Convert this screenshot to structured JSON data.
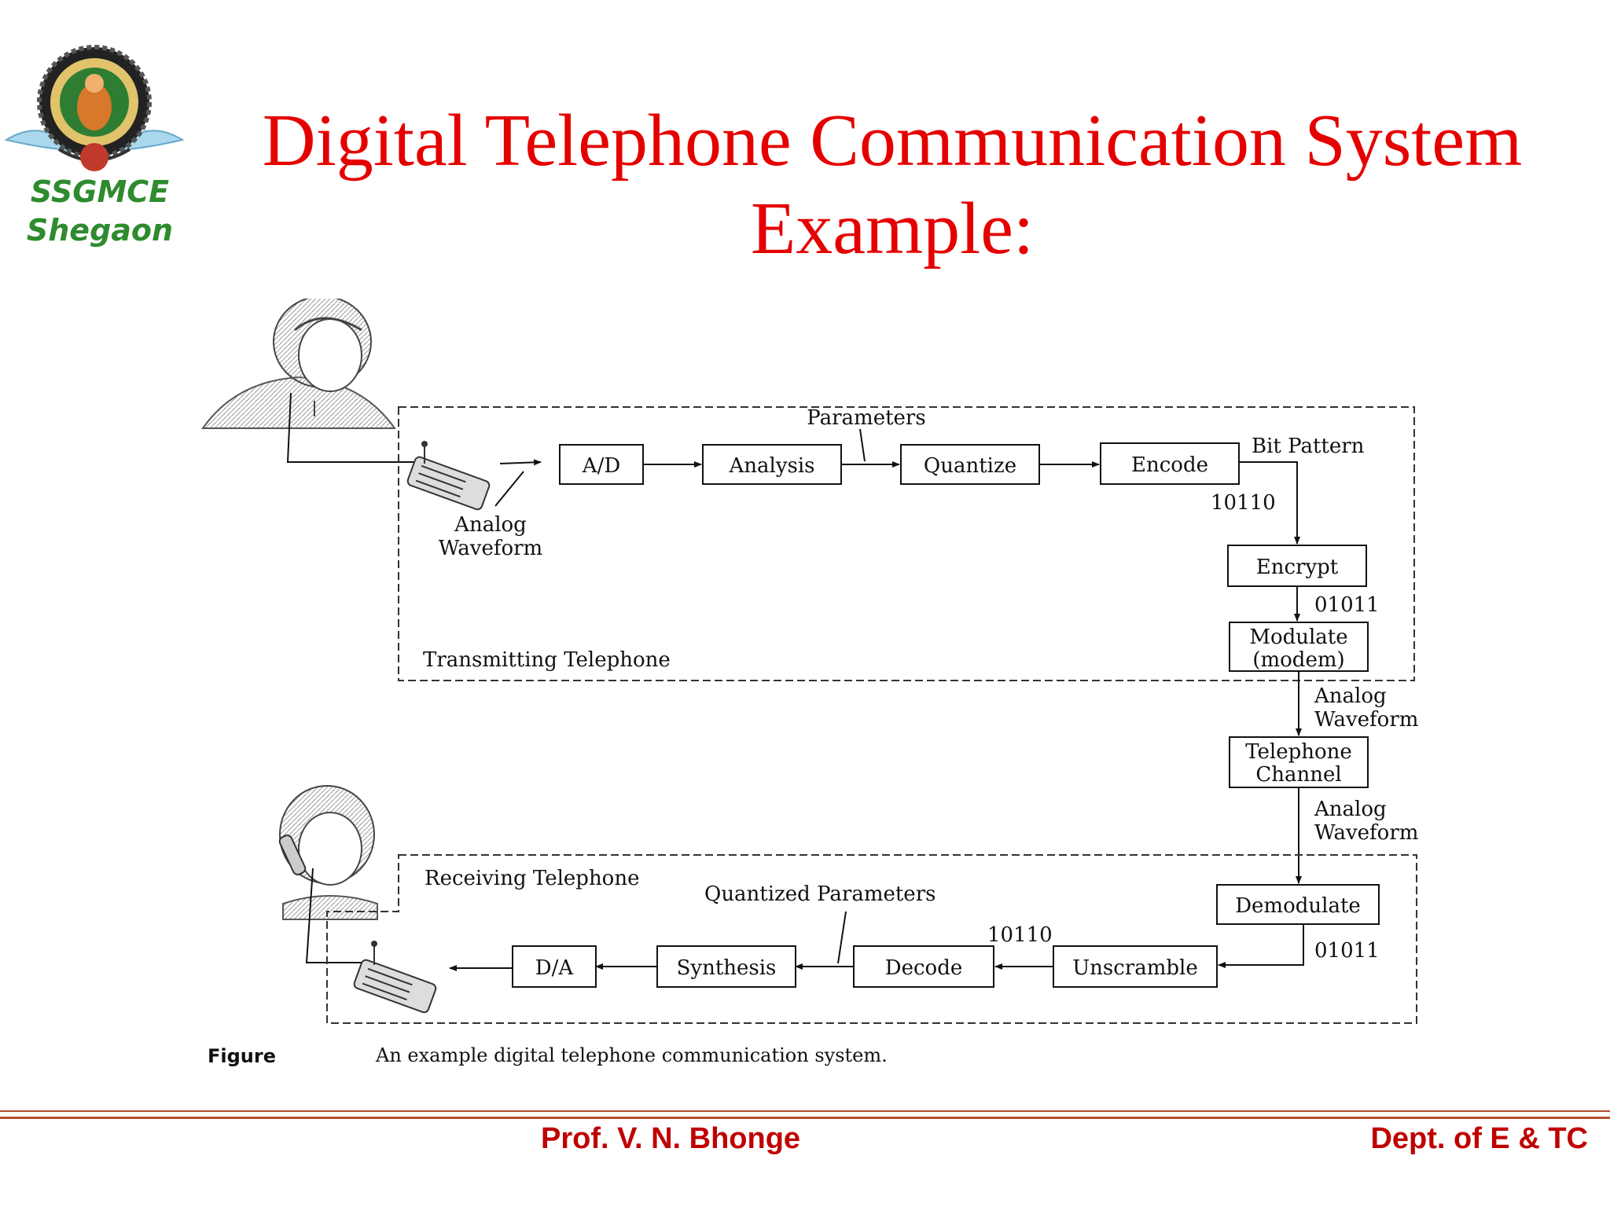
{
  "header": {
    "institute_line1": "SSGMCE",
    "institute_line2": "Shegaon",
    "title_line1": "Digital Telephone Communication System",
    "title_line2": "Example:"
  },
  "colors": {
    "title": "#e50000",
    "institute": "#2e8b2e",
    "footer": "#c00000",
    "rule": "#b0522a"
  },
  "icons": [
    "college-logo",
    "speaker-woman-illustration",
    "listener-woman-illustration",
    "telephone-icon"
  ],
  "diagram": {
    "transmit_group_label": "Transmitting Telephone",
    "receive_group_label": "Receiving Telephone",
    "blocks": {
      "ad": "A/D",
      "analysis": "Analysis",
      "quantize": "Quantize",
      "encode": "Encode",
      "encrypt": "Encrypt",
      "modulate1": "Modulate",
      "modulate2": "(modem)",
      "channel1": "Telephone",
      "channel2": "Channel",
      "demodulate": "Demodulate",
      "unscramble": "Unscramble",
      "decode": "Decode",
      "synthesis": "Synthesis",
      "da": "D/A"
    },
    "labels": {
      "parameters": "Parameters",
      "bit_pattern": "Bit Pattern",
      "bits_encode": "10110",
      "bits_encrypt": "01011",
      "analog_waveform_in_1": "Analog",
      "analog_waveform_in_2": "Waveform",
      "analog_waveform_a_1": "Analog",
      "analog_waveform_a_2": "Waveform",
      "analog_waveform_b_1": "Analog",
      "analog_waveform_b_2": "Waveform",
      "quantized_parameters": "Quantized Parameters",
      "bits_decode": "10110",
      "bits_demod": "01011"
    }
  },
  "caption": {
    "label": "Figure",
    "text": "An example digital telephone communication system."
  },
  "footer": {
    "left": "Prof. V. N. Bhonge",
    "right": "Dept. of E & TC"
  }
}
